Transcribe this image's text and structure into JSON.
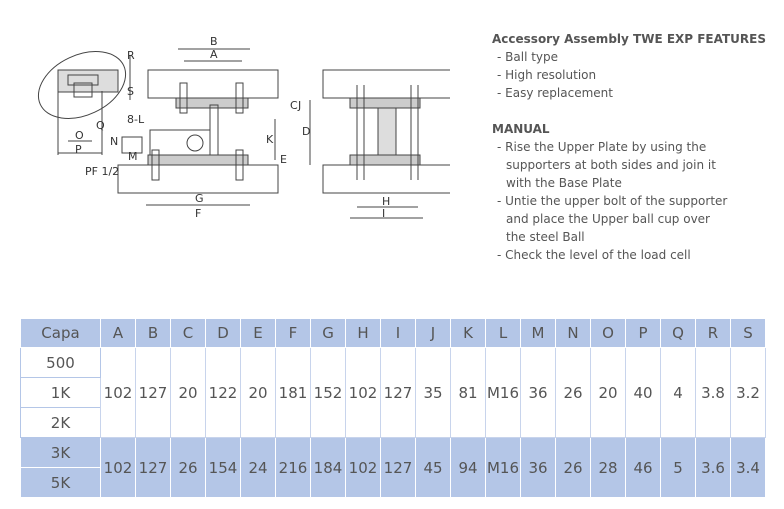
{
  "drawing_labels": {
    "A": "A",
    "B": "B",
    "C": "C",
    "D": "D",
    "E": "E",
    "F": "F",
    "G": "G",
    "H": "H",
    "I": "I",
    "J": "J",
    "K": "K",
    "M": "M",
    "N": "N",
    "O": "O",
    "P": "P",
    "Q": "Q",
    "R": "R",
    "S": "S",
    "L": "8-L",
    "PF": "PF 1/2"
  },
  "features": {
    "title": "Accessory Assembly TWE EXP FEATURES",
    "items": [
      "- Ball type",
      "- High resolution",
      "- Easy replacement"
    ]
  },
  "manual": {
    "title": "MANUAL",
    "items": [
      [
        "- Rise the Upper Plate by using the",
        "supporters at both sides and join it",
        "with the Base Plate"
      ],
      [
        "- Untie the upper bolt of the supporter",
        "and place the Upper ball cup over",
        "the steel Ball"
      ],
      [
        "- Check the level of the load cell"
      ]
    ]
  },
  "table": {
    "headers": [
      "Capa",
      "A",
      "B",
      "C",
      "D",
      "E",
      "F",
      "G",
      "H",
      "I",
      "J",
      "K",
      "L",
      "M",
      "N",
      "O",
      "P",
      "Q",
      "R",
      "S"
    ],
    "group1": {
      "capas": [
        "500",
        "1K",
        "2K"
      ],
      "values": [
        "102",
        "127",
        "20",
        "122",
        "20",
        "181",
        "152",
        "102",
        "127",
        "35",
        "81",
        "M16",
        "36",
        "26",
        "20",
        "40",
        "4",
        "3.8",
        "3.2"
      ]
    },
    "group2": {
      "capas": [
        "3K",
        "5K"
      ],
      "values": [
        "102",
        "127",
        "26",
        "154",
        "24",
        "216",
        "184",
        "102",
        "127",
        "45",
        "94",
        "M16",
        "36",
        "26",
        "28",
        "46",
        "5",
        "3.6",
        "3.4"
      ]
    }
  },
  "colors": {
    "header": "#b4c6e7",
    "text": "#555555"
  }
}
